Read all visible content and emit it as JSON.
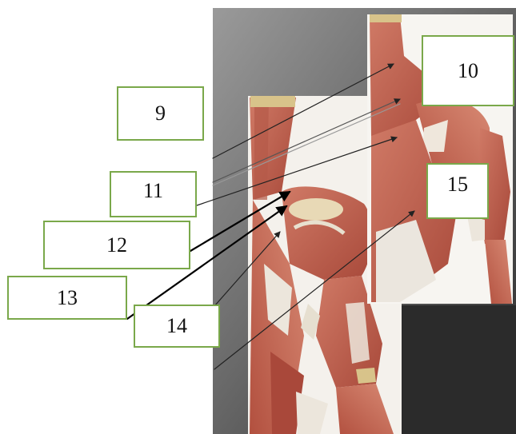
{
  "labels": {
    "l9": "9",
    "l10": "10",
    "l11": "11",
    "l12": "12",
    "l13": "13",
    "l14": "14",
    "l15": "15"
  },
  "colors": {
    "box_border": "#7aa84a",
    "muscle": "#c0614e",
    "tendon": "#e6e2da",
    "skin_bone": "#d8c38a",
    "background_gray": "#3c3c3c"
  }
}
